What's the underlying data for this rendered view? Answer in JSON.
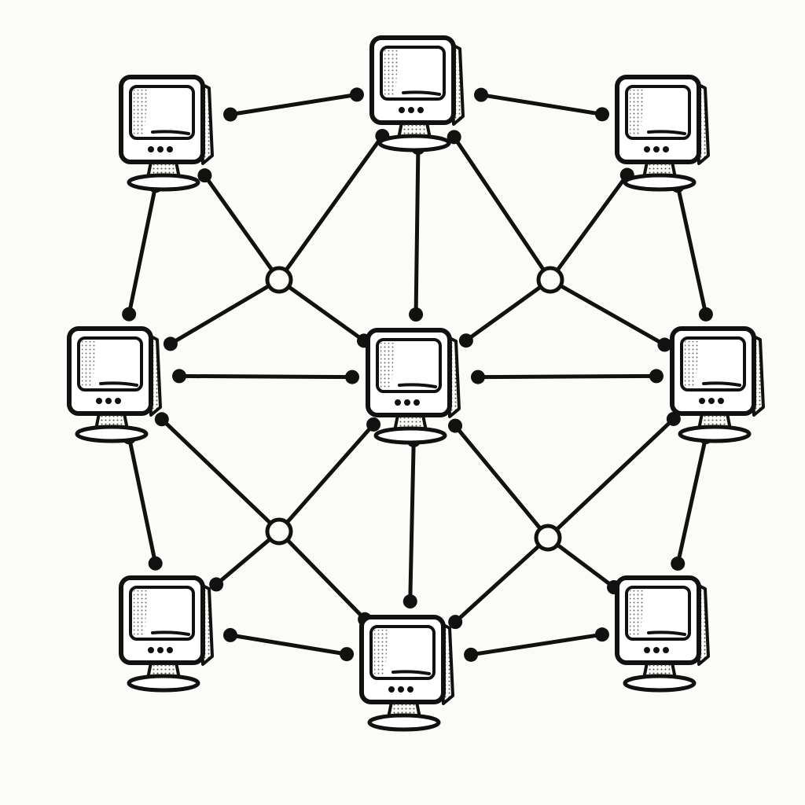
{
  "style": {
    "background": "#fbfbf7",
    "ink": "#111111",
    "screen_fill": "#ffffff",
    "shade": "#9a9a9a"
  },
  "network": {
    "computers": [
      {
        "id": "top-left"
      },
      {
        "id": "top-center"
      },
      {
        "id": "top-right"
      },
      {
        "id": "mid-left"
      },
      {
        "id": "center"
      },
      {
        "id": "mid-right"
      },
      {
        "id": "bottom-left"
      },
      {
        "id": "bottom-center"
      },
      {
        "id": "bottom-right"
      }
    ],
    "hubs": [
      {
        "id": "hub-upper-left"
      },
      {
        "id": "hub-upper-right"
      },
      {
        "id": "hub-lower-left"
      },
      {
        "id": "hub-lower-right"
      }
    ],
    "links": [
      {
        "from": "top-left",
        "to": "top-center"
      },
      {
        "from": "top-center",
        "to": "top-right"
      },
      {
        "from": "top-left",
        "to": "mid-left"
      },
      {
        "from": "top-right",
        "to": "mid-right"
      },
      {
        "from": "mid-left",
        "to": "center"
      },
      {
        "from": "center",
        "to": "mid-right"
      },
      {
        "from": "top-center",
        "to": "center"
      },
      {
        "from": "center",
        "to": "bottom-center"
      },
      {
        "from": "mid-left",
        "to": "bottom-left"
      },
      {
        "from": "mid-right",
        "to": "bottom-right"
      },
      {
        "from": "bottom-left",
        "to": "bottom-center"
      },
      {
        "from": "bottom-center",
        "to": "bottom-right"
      },
      {
        "from": "hub-upper-left",
        "to": "top-left"
      },
      {
        "from": "hub-upper-left",
        "to": "top-center"
      },
      {
        "from": "hub-upper-left",
        "to": "mid-left"
      },
      {
        "from": "hub-upper-left",
        "to": "center"
      },
      {
        "from": "hub-upper-right",
        "to": "top-center"
      },
      {
        "from": "hub-upper-right",
        "to": "top-right"
      },
      {
        "from": "hub-upper-right",
        "to": "center"
      },
      {
        "from": "hub-upper-right",
        "to": "mid-right"
      },
      {
        "from": "hub-lower-left",
        "to": "mid-left"
      },
      {
        "from": "hub-lower-left",
        "to": "center"
      },
      {
        "from": "hub-lower-left",
        "to": "bottom-left"
      },
      {
        "from": "hub-lower-left",
        "to": "bottom-center"
      },
      {
        "from": "hub-lower-right",
        "to": "center"
      },
      {
        "from": "hub-lower-right",
        "to": "mid-right"
      },
      {
        "from": "hub-lower-right",
        "to": "bottom-center"
      },
      {
        "from": "hub-lower-right",
        "to": "bottom-right"
      }
    ]
  }
}
